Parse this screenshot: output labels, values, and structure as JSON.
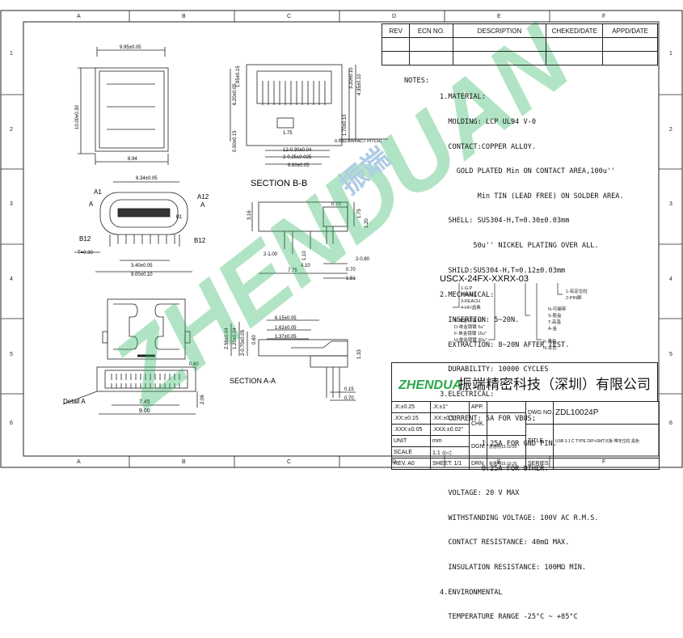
{
  "zone_letters": [
    "A",
    "B",
    "C",
    "D",
    "E",
    "F"
  ],
  "zone_numbers": [
    "1",
    "2",
    "3",
    "4",
    "5",
    "6"
  ],
  "revision_table": {
    "headers": [
      "REV",
      "ECN NO.",
      "DESCRIPTION",
      "CHEKED/DATE",
      "APPD/DATE"
    ]
  },
  "notes": {
    "title": "NOTES:",
    "lines": [
      "1.MATERIAL:",
      "  MOLDING: LCP UL94 V-0",
      "  CONTACT:COPPER ALLOY.",
      "    GOLD PLATED Min ON CONTACT AREA,100u''",
      "         Min TIN (LEAD FREE) ON SOLDER AREA.",
      "  SHELL: SUS304-H,T=0.30±0.03mm",
      "        50u'' NICKEL PLATING OVER ALL.",
      "  SHILD:SUS304-H,T=0.12±0.03mm",
      "2.MECHANICAL:",
      "  INSERTION: 5~20N.",
      "  EXTRACTION: 8~20N AFTER TEST.",
      "  DURABILITY: 10000 CYCLES",
      "3.ELECTRICAL:",
      "  CURRENT: 5A FOR VBUS;",
      "          1.25A FOR GND PIN.",
      "          0.25A FOR OTHER.",
      "  VOLTAGE: 20 V MAX",
      "  WITHSTANDING VOLTAGE: 100V AC R.M.S.",
      "  CONTACT RESISTANCE: 40mΩ MAX.",
      "  INSULATION RESISTANCE: 100MΩ MIN.",
      "4.ENVIRONMENTAL",
      "  TEMPERATURE RANGE -25°C ~ +85°C"
    ]
  },
  "part_code": {
    "code": "USCX-24FX-XXRX-03",
    "left_options": [
      "1-G.P",
      "2-RoHS",
      "3-REACH",
      "4-HF/卤素"
    ],
    "right_options": [
      "1-有定位柱",
      "2-PIN脚"
    ],
    "plating_options": [
      "B-单金镜镀 1u''",
      "D-单金镜镀 5u''",
      "F-单金镜镀 15u''",
      "H-单金镜镀 30u''"
    ],
    "packing_options": [
      "N-可编带",
      "S-胶盒",
      "T-高温",
      "A-金"
    ],
    "color_options": [
      "K-黑色",
      "N-本色"
    ]
  },
  "dimensions": {
    "top_width": "9.95±0.05",
    "top_height": "10.00±0.30",
    "top_bottom_width": "8.94",
    "side_dims": [
      "6.20±0.05",
      "1.95±0.15",
      "0.50±0.15",
      "3.20±0.10",
      "4.35±0.10",
      "1.70±0.10"
    ],
    "pitch_label": "0.50(CONTACT PITCH)",
    "pitch_dims": [
      "1.75",
      "12-0.30±0.04",
      "2-0.25±0.025",
      "6.60±0.05"
    ],
    "section_bb": "SECTION  B-B",
    "front_width": "8.34±0.05",
    "front_labels": [
      "A1",
      "A12",
      "A",
      "B12",
      "B1",
      "B12"
    ],
    "front_dims": [
      "T=0.30",
      "3.40±0.05",
      "9.00±0.10"
    ],
    "side2_dims": [
      "3.16",
      "1.75",
      "1.20",
      "0.70",
      "2-1.00",
      "2-0.80",
      "1.10",
      "4.10",
      "7.75",
      "0.70",
      "1.51"
    ],
    "pcb_dims": [
      "2.56±0.04",
      "1.20±0.04",
      "2-0.70±0.05",
      "0.60",
      "6.15±0.05",
      "1.62±0.05",
      "1.37±0.05",
      "0.60",
      "7.45",
      "9.00",
      "2.06"
    ],
    "section_aa": "SECTION  A-A",
    "section_aa_dims": [
      "1.33",
      "0.15",
      "0.70"
    ],
    "detail_label": "Detail  A"
  },
  "title_block": {
    "company": "振端精密科技（深圳）有限公司",
    "logo_text": "ZHENDUAN",
    "tolerances": [
      [
        ".X:±0.25",
        ".X:±1°"
      ],
      [
        ".XX:±0.15",
        ".XX:±0.5°"
      ],
      [
        ".XXX:±0.05",
        ".XXX:±0.02°"
      ]
    ],
    "app_label": "APP.",
    "chk_label": "CHK.",
    "dgn_label": "DGN.",
    "drn_label": "DRN.",
    "dgn_value": "张惠明15.10.20",
    "drn_value": "张惠明15.10.20",
    "unit_label": "UNIT",
    "unit_value": "mm",
    "scale_label": "SCALE",
    "scale_value": "1:1",
    "rev_label": "REV.",
    "rev_value": "A0",
    "sheet_label": "SHEET:",
    "sheet_value": "1/1",
    "dwg_no_label": "DWG NO.",
    "dwg_no_value": "ZDL10024P",
    "title_label": "TITLE",
    "title_value": "USB 3.1 C TYPE DIP+SMT沉板 带定位柱 黑色",
    "series_label": "SERIES"
  },
  "watermark": "ZHENDUAN",
  "watermark_cn": "振端"
}
